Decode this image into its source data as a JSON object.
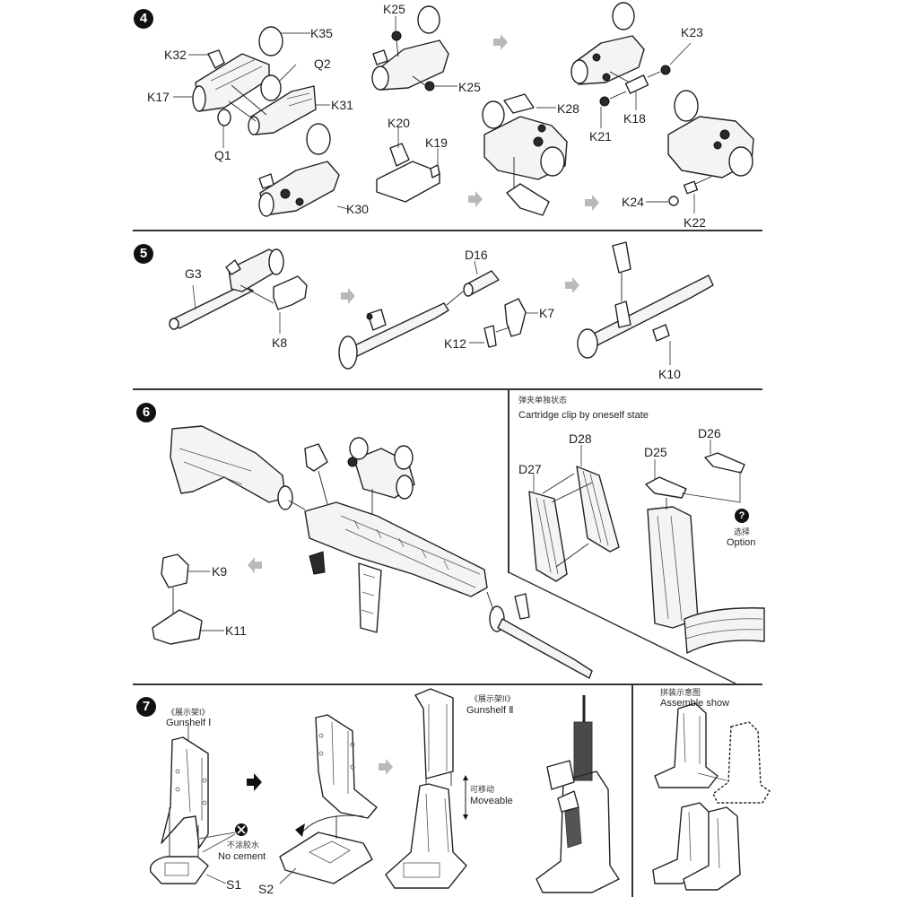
{
  "document": {
    "type": "assembly-instructions",
    "steps": [
      {
        "number": "4",
        "labels": {
          "k35": "K35",
          "k32": "K32",
          "q2": "Q2",
          "k17": "K17",
          "k31": "K31",
          "q1": "Q1",
          "k30": "K30",
          "k25a": "K25",
          "k25b": "K25",
          "k20": "K20",
          "k19": "K19",
          "k28": "K28",
          "k23": "K23",
          "k18": "K18",
          "k21": "K21",
          "k24": "K24",
          "k22": "K22"
        }
      },
      {
        "number": "5",
        "labels": {
          "g3": "G3",
          "k8": "K8",
          "d16": "D16",
          "k7": "K7",
          "k12": "K12",
          "k10": "K10"
        }
      },
      {
        "number": "6",
        "labels": {
          "k9": "K9",
          "k11": "K11"
        },
        "inset": {
          "title_cn": "弹夹单独状态",
          "title_en": "Cartridge clip by oneself state",
          "labels": {
            "d27": "D27",
            "d28": "D28",
            "d25": "D25",
            "d26": "D26"
          },
          "option_badge": "?",
          "option_cn": "选择",
          "option_en": "Option"
        }
      },
      {
        "number": "7",
        "gunshelf1_cn": "《展示架I》",
        "gunshelf1_en": "Gunshelf Ⅰ",
        "no_cement_cn": "不涂胶水",
        "no_cement_en": "No cement",
        "s1": "S1",
        "s2": "S2",
        "gunshelf2_cn": "《展示架II》",
        "gunshelf2_en": "Gunshelf Ⅱ",
        "moveable_cn": "可移动",
        "moveable_en": "Moveable",
        "assemble_cn": "拼装示意图",
        "assemble_en": "Assemble show"
      }
    ]
  },
  "icons": {
    "step_badge": "filled-black-circle-number",
    "flow_arrow": "gray-right-arrow",
    "black_arrow": "black-right-arrow",
    "no_cement": "no-glue-symbol",
    "option": "question-circle"
  },
  "colors": {
    "ink": "#1a1a1a",
    "arrow_gray": "#b9b9b9",
    "badge": "#111111",
    "paper": "#ffffff"
  }
}
